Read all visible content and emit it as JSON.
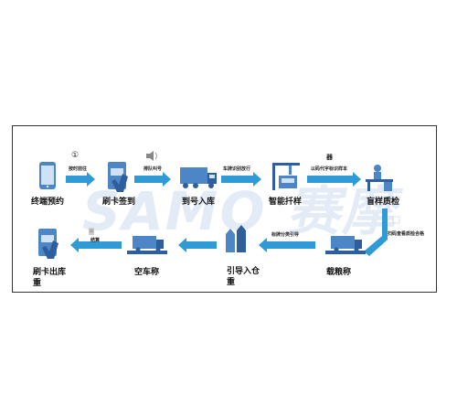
{
  "watermark": "SAMO 赛摩",
  "nodes": [
    {
      "id": "n1",
      "label": "终端预约",
      "icon": "mobile-phone-icon"
    },
    {
      "id": "n2",
      "label": "刷卡签到",
      "icon": "card-swipe-icon"
    },
    {
      "id": "n3",
      "label": "到号入库",
      "icon": "truck-icon"
    },
    {
      "id": "n4",
      "label": "智能扦样",
      "icon": "sampler-machine-icon"
    },
    {
      "id": "n5",
      "label": "盲样质检",
      "icon": "lab-desk-icon"
    },
    {
      "id": "n6",
      "label": "载粮称",
      "icon": "truck-scale-icon"
    },
    {
      "id": "n7",
      "label": "引导入仓",
      "label2": "重",
      "icon": "silo-icon"
    },
    {
      "id": "n8",
      "label": "空车称",
      "icon": "truck-scale-icon"
    },
    {
      "id": "n9",
      "label": "刷卡出库",
      "label2": "重",
      "icon": "card-swipe-icon"
    }
  ],
  "steps": [
    {
      "id": "s1",
      "label": "按时前往",
      "icon": "number-one-icon",
      "icon_text": "①"
    },
    {
      "id": "s2",
      "label": "排队叫号",
      "icon": "speaker-icon"
    },
    {
      "id": "s3",
      "label": "车牌识别放行",
      "icon": ""
    },
    {
      "id": "s4",
      "label": "以码代字标识样本",
      "icon": "barcode-icon",
      "icon_text": "器"
    },
    {
      "id": "s5",
      "label": "扫码查看质检合格",
      "icon": "qr-code-icon"
    },
    {
      "id": "s6",
      "label": "标牌分类引导",
      "icon": ""
    },
    {
      "id": "s7",
      "label": "结算",
      "icon": "document-icon"
    }
  ],
  "colors": {
    "arrow": "#2e9bd6",
    "icon": "#4d86c6",
    "icon_dark": "#2f5e9c"
  }
}
